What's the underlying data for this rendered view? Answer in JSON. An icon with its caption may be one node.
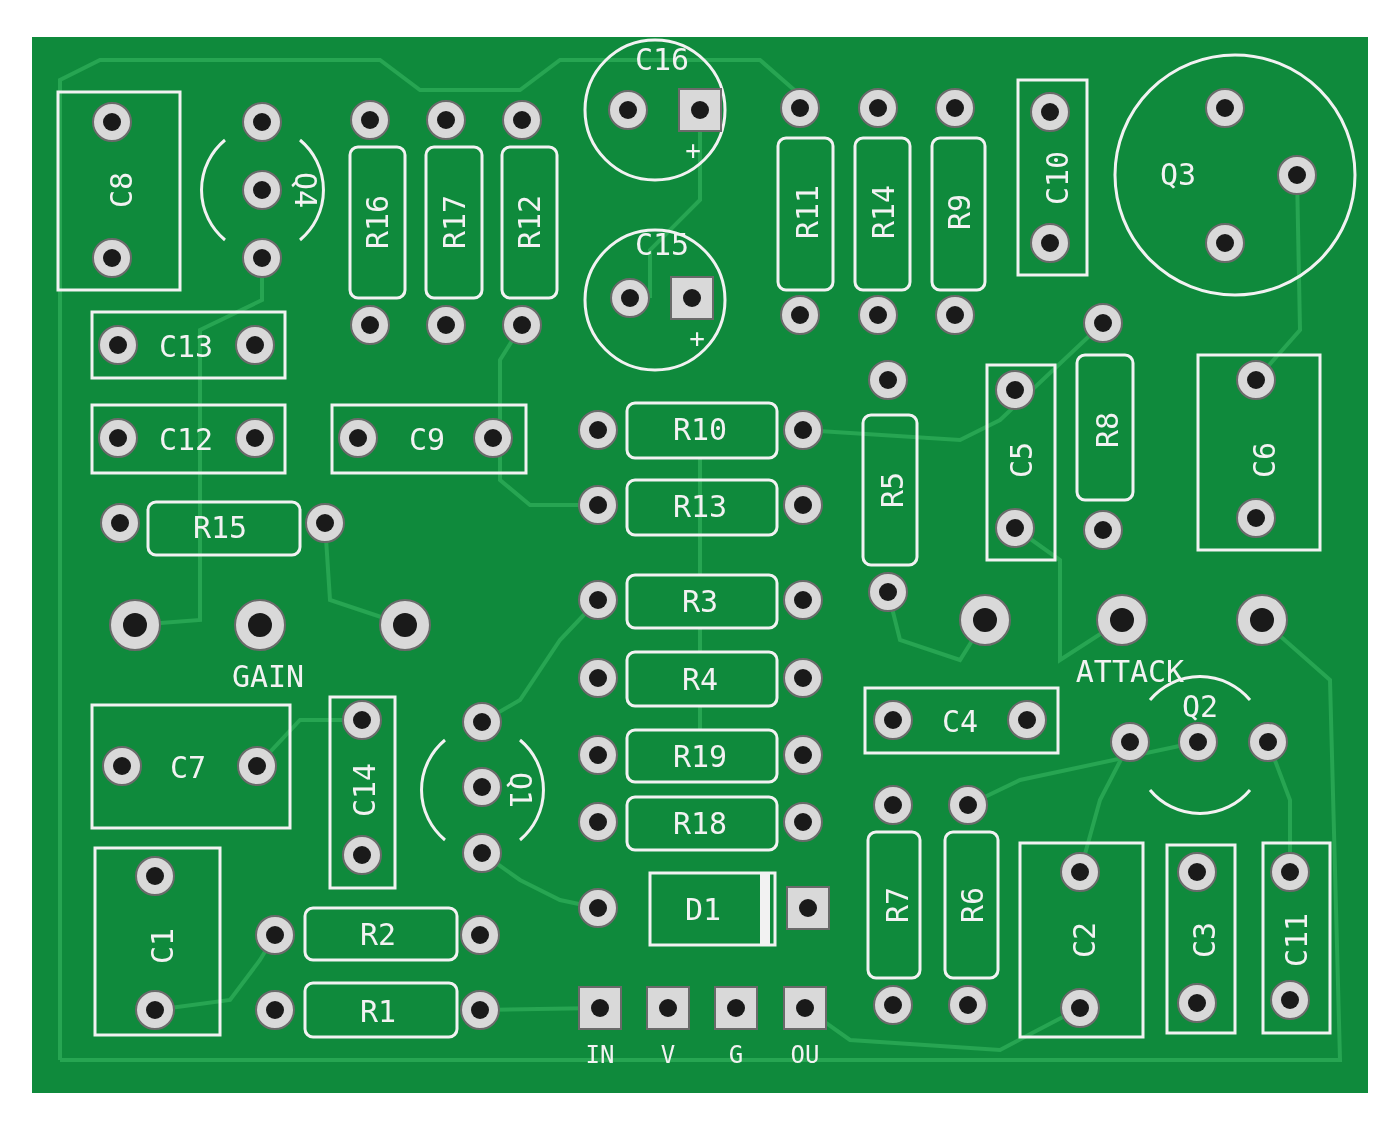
{
  "diagram": {
    "labels": [
      "C16",
      "C8",
      "Q4",
      "R16",
      "R17",
      "R12",
      "R11",
      "R14",
      "R9",
      "C10",
      "Q3",
      "+",
      "C15",
      "+",
      "C13",
      "C12",
      "C9",
      "R10",
      "R13",
      "R5",
      "C5",
      "R8",
      "C6",
      "R15",
      "R3",
      "GAIN",
      "R4",
      "ATTACK",
      "Q2",
      "C4",
      "C7",
      "C14",
      "Q1",
      "R19",
      "R18",
      "D1",
      "C1",
      "R2",
      "R7",
      "R6",
      "C2",
      "C3",
      "C11",
      "R1",
      "IN",
      "V",
      "G",
      "OU"
    ]
  }
}
